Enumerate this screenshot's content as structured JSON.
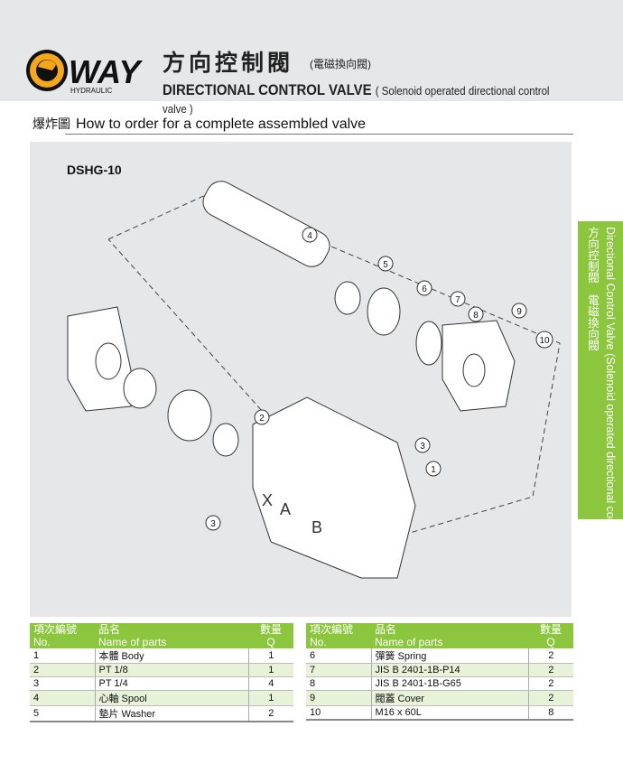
{
  "header": {
    "brand": "WAY",
    "brand_sub": "HYDRAULIC",
    "title_cn": "方向控制閥",
    "subtitle_cn": "(電磁換向閥)",
    "title_en": "DIRECTIONAL CONTROL VALVE",
    "subtitle_en": "( Solenoid operated directional control valve )"
  },
  "section": {
    "cn": "爆炸圖",
    "title": "How to order for a complete assembled valve"
  },
  "diagram": {
    "model": "DSHG-10",
    "callouts": [
      "1",
      "2",
      "3",
      "3",
      "4",
      "5",
      "6",
      "7",
      "8",
      "9",
      "10"
    ],
    "body_letters": [
      "X",
      "A",
      "B"
    ]
  },
  "side_tab": {
    "cn1": "方向控制閥",
    "cn2": "電磁換向閥",
    "en": "Directional Control Valve (Solenoid operated directional control valve)"
  },
  "tables": {
    "headers": {
      "no_cn": "項次編號",
      "no_en": "No.",
      "name_cn": "品名",
      "name_en": "Name of parts",
      "q_cn": "數量",
      "q_en": "Q"
    },
    "left": [
      {
        "no": "1",
        "name": "本體 Body",
        "q": "1"
      },
      {
        "no": "2",
        "name": "PT 1/8",
        "q": "1"
      },
      {
        "no": "3",
        "name": "PT 1/4",
        "q": "4"
      },
      {
        "no": "4",
        "name": "心軸 Spool",
        "q": "1"
      },
      {
        "no": "5",
        "name": "墊片 Washer",
        "q": "2"
      }
    ],
    "right": [
      {
        "no": "6",
        "name": "彈簧 Spring",
        "q": "2"
      },
      {
        "no": "7",
        "name": "JIS B 2401-1B-P14",
        "q": "2"
      },
      {
        "no": "8",
        "name": "JIS B 2401-1B-G65",
        "q": "2"
      },
      {
        "no": "9",
        "name": "閥蓋 Cover",
        "q": "2"
      },
      {
        "no": "10",
        "name": "M16 x 60L",
        "q": "8"
      }
    ]
  },
  "colors": {
    "accent": "#8cc63f",
    "logo_orange": "#f5a81c"
  }
}
